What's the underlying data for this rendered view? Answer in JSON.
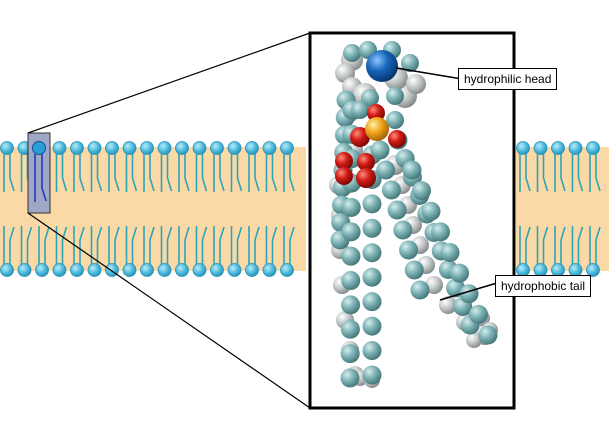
{
  "labels": {
    "head": "hydrophilic head",
    "tail": "hydrophobic tail"
  },
  "colors": {
    "background": "#ffffff",
    "membrane_core": "#FAD9A6",
    "head_sphere": "#45B5D8",
    "head_sphere_stroke": "#2B90B5",
    "tail_line": "#2AA6B8",
    "highlight_box": "#9FA6C6",
    "highlight_lipid": "#2244BB",
    "carbon_atom": "#5E9A9C",
    "hydrogen_atom": "#C7CACB",
    "oxygen_atom": "#C81612",
    "phosphorus_atom": "#F2A51A",
    "nitrogen_atom": "#1764B5",
    "frame": "#000000"
  },
  "icons": {
    "phospholipid_molecule": "space-filling-model"
  }
}
